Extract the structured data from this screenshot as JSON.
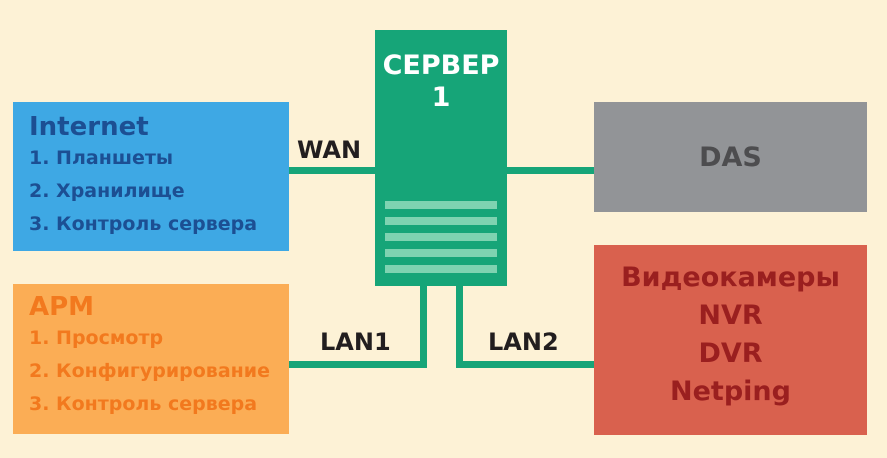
{
  "internet": {
    "title": "Internet",
    "items": [
      "1. Планшеты",
      "2. Хранилище",
      "3. Контроль сервера"
    ],
    "color": "#3ea8e4"
  },
  "apm": {
    "title": "АРМ",
    "items": [
      "1. Просмотр",
      "2. Конфигурирование",
      "3. Контроль сервера"
    ],
    "color": "#fbad55"
  },
  "server": {
    "title_line1": "СЕРВЕР",
    "title_line2": "1",
    "color": "#16a578"
  },
  "das": {
    "title": "DAS",
    "color": "#929497"
  },
  "cameras": {
    "items": [
      "Видеокамеры",
      "NVR",
      "DVR",
      "Netping"
    ],
    "color": "#d9614e"
  },
  "links": {
    "wan": "WAN",
    "lan1": "LAN1",
    "lan2": "LAN2"
  }
}
